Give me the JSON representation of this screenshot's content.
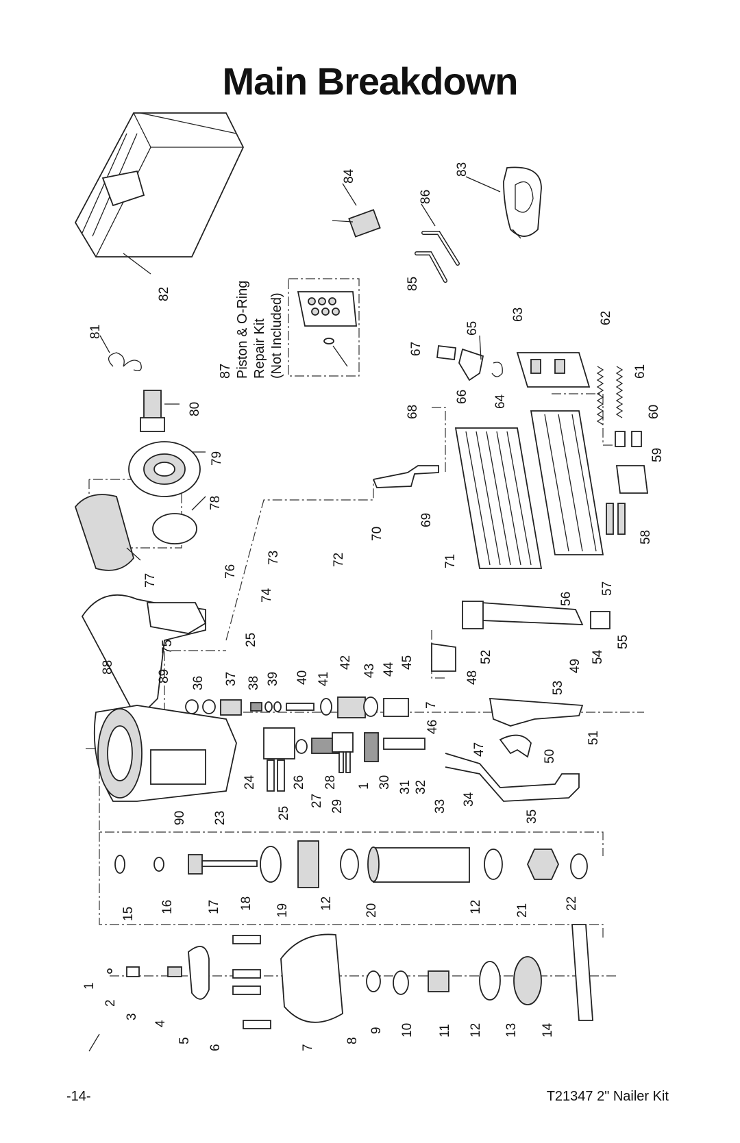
{
  "page": {
    "title": "Main Breakdown",
    "page_number": "-14-",
    "kit_name": "T21347 2\" Nailer Kit"
  },
  "repair_kit": {
    "number": "87",
    "line1": "Piston & O-Ring",
    "line2": "Repair Kit",
    "line3": "(Not Included)"
  },
  "callouts": {
    "c1a": "1",
    "c2": "2",
    "c3": "3",
    "c4": "4",
    "c5": "5",
    "c6": "6",
    "c7a": "7",
    "c8": "8",
    "c9": "9",
    "c10": "10",
    "c11": "11",
    "c12a": "12",
    "c13": "13",
    "c14": "14",
    "c15": "15",
    "c16": "16",
    "c17": "17",
    "c18": "18",
    "c19": "19",
    "c12b": "12",
    "c20": "20",
    "c12c": "12",
    "c21": "21",
    "c22": "22",
    "c90": "90",
    "c23": "23",
    "c24": "24",
    "c25a": "25",
    "c26": "26",
    "c27": "27",
    "c28": "28",
    "c29": "29",
    "c1b": "1",
    "c30": "30",
    "c31": "31",
    "c32": "32",
    "c33": "33",
    "c34": "34",
    "c35": "35",
    "c88": "88",
    "c89": "89",
    "c36": "36",
    "c37": "37",
    "c38": "38",
    "c39": "39",
    "c40": "40",
    "c41": "41",
    "c42": "42",
    "c43": "43",
    "c44": "44",
    "c45": "45",
    "c46": "46",
    "c7b": "7",
    "c47": "47",
    "c48": "48",
    "c52": "52",
    "c53": "53",
    "c49": "49",
    "c50": "50",
    "c51": "51",
    "c54": "54",
    "c55": "55",
    "c56": "56",
    "c57": "57",
    "c58": "58",
    "c59": "59",
    "c60": "60",
    "c61": "61",
    "c62": "62",
    "c63": "63",
    "c64": "64",
    "c65": "65",
    "c66": "66",
    "c67": "67",
    "c68": "68",
    "c69": "69",
    "c70": "70",
    "c71": "71",
    "c72": "72",
    "c73": "73",
    "c74": "74",
    "c25b": "25",
    "c75": "75",
    "c76": "76",
    "c77": "77",
    "c78": "78",
    "c79": "79",
    "c80": "80",
    "c81": "81",
    "c82": "82",
    "c83": "83",
    "c84": "84",
    "c85": "85",
    "c86": "86"
  }
}
